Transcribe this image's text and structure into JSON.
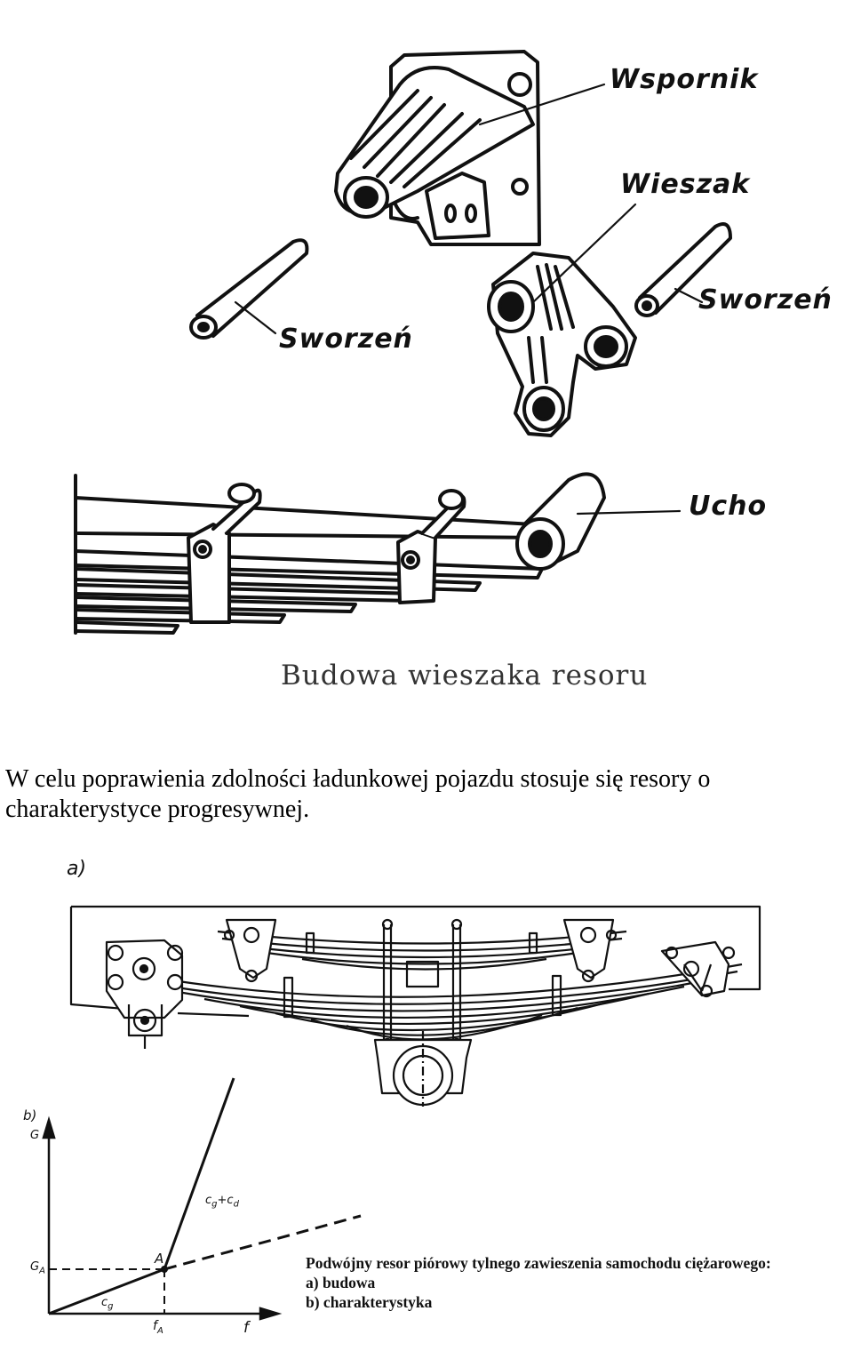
{
  "figure1": {
    "labels": {
      "wspornik": "Wspornik",
      "wieszak": "Wieszak",
      "sworzen_left": "Sworzeń",
      "sworzen_right": "Sworzeń",
      "ucho": "Ucho"
    },
    "caption": "Budowa wieszaka resoru"
  },
  "paragraph": "W celu poprawienia zdolności ładunkowej pojazdu stosuje się resory o charakterystyce progresywnej.",
  "figure2": {
    "part_label": "a)"
  },
  "chart_data": {
    "type": "line",
    "panel_label": "b)",
    "ylabel": "G",
    "xlabel": "f",
    "x_tick_labels": [
      "f_A"
    ],
    "y_tick_labels": [
      "G_A"
    ],
    "point_label": "A",
    "series": [
      {
        "name": "c_g",
        "x": [
          0,
          1
        ],
        "y": [
          0,
          1
        ]
      },
      {
        "name": "c_g+c_d",
        "x": [
          1,
          1.6
        ],
        "y": [
          1,
          5.3
        ]
      },
      {
        "name": "",
        "style": "dashed",
        "x": [
          1,
          2.7
        ],
        "y": [
          1,
          2.2
        ]
      }
    ],
    "annotations": {
      "series_label_1": "c_g",
      "series_label_2": "c_g+c_d"
    }
  },
  "caption2": {
    "title": "Podwójny resor piórowy tylnego zawieszenia samochodu ciężarowego:",
    "a": "a) budowa",
    "b": "b) charakterystyka"
  }
}
